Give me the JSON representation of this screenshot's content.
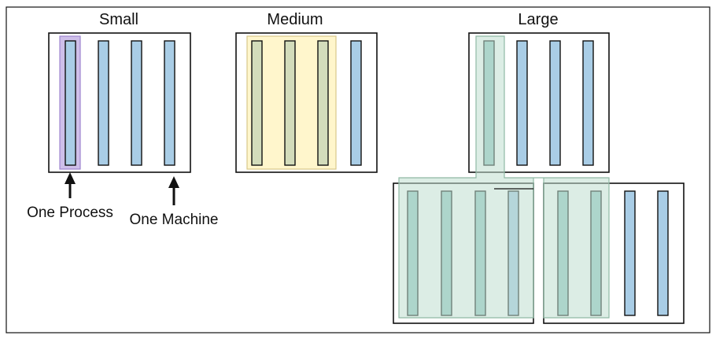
{
  "diagram": {
    "headings": {
      "small": "Small",
      "medium": "Medium",
      "large": "Large"
    },
    "annotations": {
      "one_process": "One Process",
      "one_machine": "One Machine"
    },
    "colors": {
      "process_fill": "#a9cde6",
      "small_highlight": "#cbbce8",
      "small_highlight_stroke": "#9f86cf",
      "medium_highlight": "#fff6c9",
      "medium_highlight_stroke": "#d8c98a",
      "medium_process_fill": "#d3dcbb",
      "large_highlight": "#bfdfd0",
      "large_highlight_stroke": "#8fb9a5",
      "large_process_fill": "#97c9c6",
      "outline": "#111111"
    },
    "icons": {
      "arrow": "up-arrow-icon"
    }
  }
}
